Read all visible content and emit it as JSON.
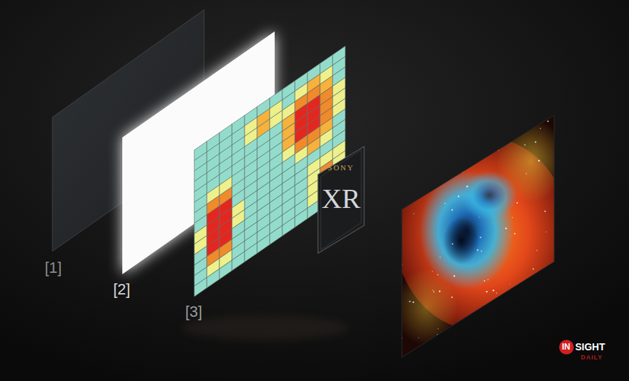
{
  "diagram": {
    "nodes": [
      {
        "text": [
          "SONY",
          "XR"
        ]
      },
      {
        "text": [
          "IN"
        ]
      }
    ],
    "labels": [
      "[1]",
      "[2]",
      "[3]",
      "SIGHT",
      "DAILY"
    ]
  }
}
